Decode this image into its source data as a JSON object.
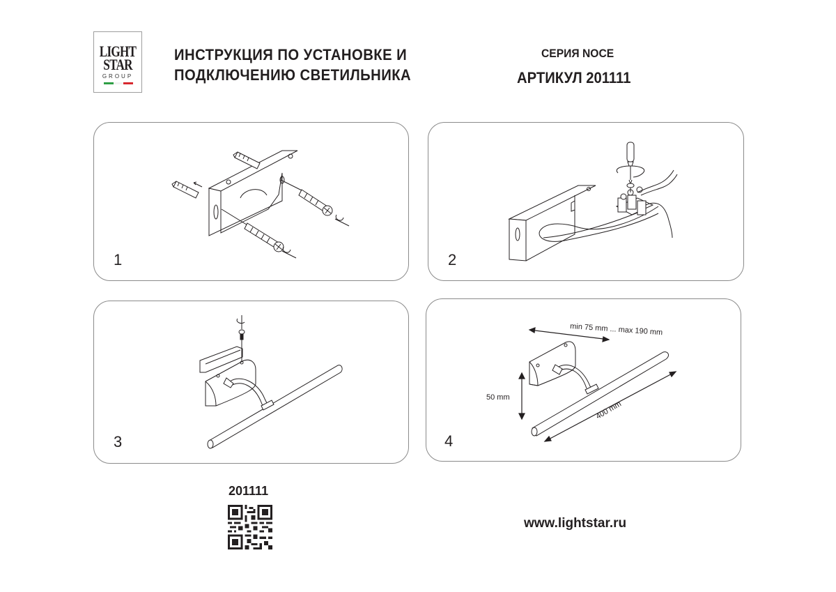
{
  "logo": {
    "line1": "LIGHT",
    "line2": "STAR",
    "line3": "GROUP",
    "flag_colors": [
      "#2e9e45",
      "#ffffff",
      "#d7282f"
    ]
  },
  "header": {
    "title_line1": "ИНСТРУКЦИЯ ПО УСТАНОВКЕ И",
    "title_line2": "ПОДКЛЮЧЕНИЮ СВЕТИЛЬНИКА",
    "series": "СЕРИЯ NOCE",
    "article": "АРТИКУЛ 201111"
  },
  "steps": [
    {
      "number": "1",
      "illustration": "bracket-wall-mounting-with-dowels-and-screws"
    },
    {
      "number": "2",
      "illustration": "wiring-terminal-block-connection-with-screwdriver"
    },
    {
      "number": "3",
      "illustration": "attach-lamp-body-to-bracket-with-screw"
    },
    {
      "number": "4",
      "illustration": "lamp-dimensions",
      "dimensions": {
        "arm_reach": "min 75 mm ... max 190 mm",
        "height": "50 mm",
        "length": "400 mm"
      }
    }
  ],
  "footer": {
    "sku": "201111",
    "qr_icon": "qr-code-icon",
    "website": "www.lightstar.ru"
  },
  "colors": {
    "text": "#231f20",
    "panel_border": "#8a8a8a"
  }
}
